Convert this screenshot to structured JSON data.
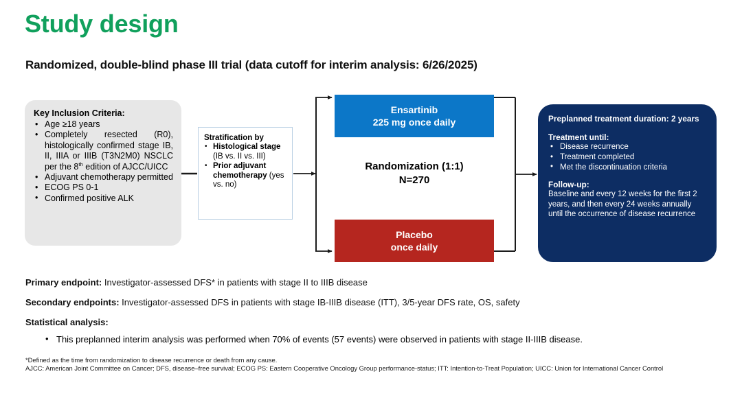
{
  "header": {
    "title": "Study design",
    "subtitle": "Randomized, double-blind phase III trial (data cutoff for interim analysis: 6/26/2025)",
    "title_color": "#10a05c"
  },
  "diagram": {
    "inclusion": {
      "heading": "Key Inclusion Criteria:",
      "items": [
        "Age ≥18 years",
        "Completely resected (R0), histologically confirmed stage IB, II, IIIA or IIIB (T3N2M0) NSCLC per the 8th edition of AJCC/UICC",
        "Adjuvant chemotherapy permitted",
        "ECOG PS 0-1",
        "Confirmed positive ALK"
      ],
      "item_2_prefix": "Completely resected (R0), histologically confirmed stage IB, II, IIIA or IIIB (T3N2M0) NSCLC per the 8",
      "item_2_sup": "th",
      "item_2_suffix": " edition of AJCC/UICC",
      "background_color": "#e7e7e7"
    },
    "stratification": {
      "heading": "Stratification by",
      "items": [
        {
          "bold": "Histological stage",
          "plain": " (IB vs. II vs. III)"
        },
        {
          "bold": "Prior adjuvant chemotherapy",
          "plain": " (yes vs. no)"
        }
      ],
      "border_color": "#b9cfe3"
    },
    "randomization": {
      "line1": "Randomization (1:1)",
      "line2": "N=270"
    },
    "arms": [
      {
        "name": "ensartinib",
        "line1": "Ensartinib",
        "line2": "225 mg once daily",
        "color": "#0c77c8"
      },
      {
        "name": "placebo",
        "line1": "Placebo",
        "line2": "once daily",
        "color": "#b5261f"
      }
    ],
    "treatment": {
      "duration_heading": "Preplanned treatment duration: 2 years",
      "until_heading": "Treatment  until:",
      "until_items": [
        "Disease recurrence",
        "Treatment completed",
        "Met the discontinuation criteria"
      ],
      "followup_heading": "Follow-up:",
      "followup_text": "Baseline and every 12 weeks for the first 2 years, and then every 24 weeks annually until the occurrence of disease recurrence",
      "background_color": "#0d2d63"
    }
  },
  "endpoints": {
    "primary_label": "Primary endpoint:",
    "primary_text": " Investigator-assessed DFS* in patients with stage II to IIIB disease",
    "secondary_label": "Secondary endpoints:",
    "secondary_text": " Investigator-assessed DFS in patients with stage IB-IIIB disease (ITT), 3/5-year DFS rate, OS, safety",
    "statistical_label": "Statistical analysis:",
    "statistical_bullet": "This preplanned interim analysis was performed when 70% of events (57 events) were observed in patients with stage II-IIIB disease."
  },
  "footnotes": {
    "line1": "*Defined as the time from randomization to disease recurrence or death from any cause.",
    "line2": "AJCC: American Joint Committee on Cancer; DFS, disease–free survival; ECOG PS: Eastern Cooperative Oncology Group performance-status; ITT: Intention-to-Treat Population; UICC: Union for International Cancer Control"
  }
}
